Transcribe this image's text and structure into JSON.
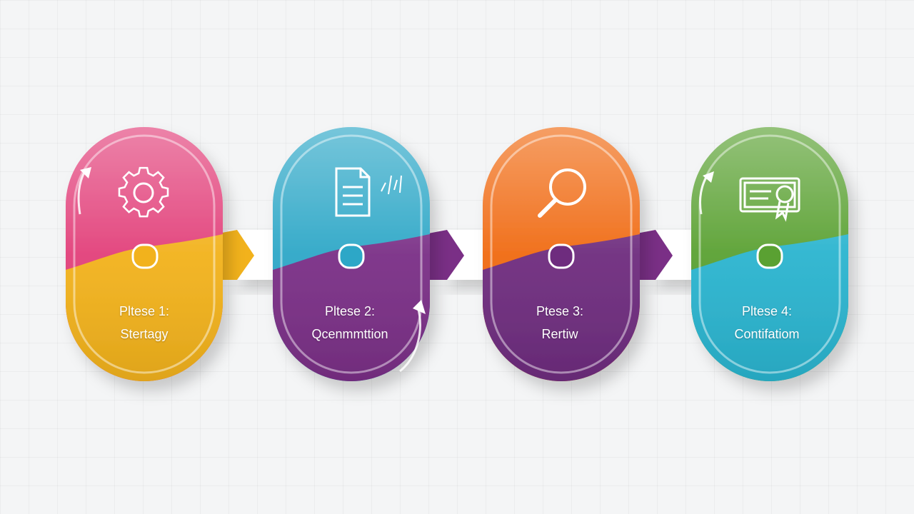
{
  "phases": [
    {
      "title": "Pltese 1:",
      "name": "Stertagy",
      "top_color": "#e2407a",
      "bottom_color": "#f2b21c",
      "icon": "gear-icon"
    },
    {
      "title": "Pltese 2:",
      "name": "Qcenmmttion",
      "top_color": "#2da7c7",
      "bottom_color": "#7a2f86",
      "icon": "document-icon"
    },
    {
      "title": "Ptese 3:",
      "name": "Rertiw",
      "top_color": "#f06a12",
      "bottom_color": "#6e2c7e",
      "icon": "magnifier-icon"
    },
    {
      "title": "Pltese 4:",
      "name": "Contifatiom",
      "top_color": "#5aa132",
      "bottom_color": "#2ab4cf",
      "icon": "certificate-icon"
    }
  ],
  "connector_colors": [
    "#f2b21c",
    "#7a2f86",
    "#7a2f86"
  ]
}
